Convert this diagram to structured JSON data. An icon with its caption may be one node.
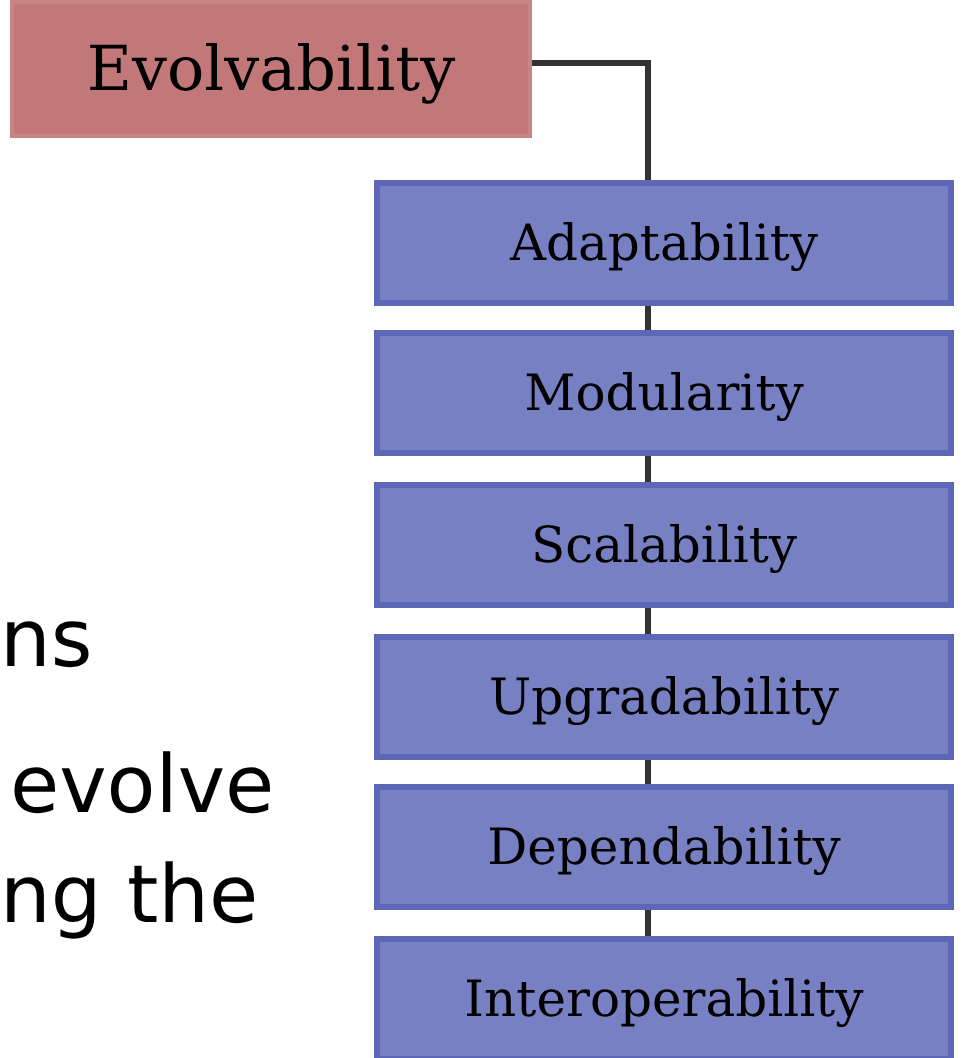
{
  "diagram": {
    "nodes": [
      {
        "text": [
          "Evolvability"
        ]
      },
      {
        "text": [
          "Adaptability"
        ]
      },
      {
        "text": [
          "Modularity"
        ]
      },
      {
        "text": [
          "Scalability"
        ]
      },
      {
        "text": [
          "Upgradability"
        ]
      },
      {
        "text": [
          "Dependability"
        ]
      },
      {
        "text": [
          "Interoperability"
        ]
      }
    ],
    "edges": [
      {
        "from": 0,
        "to": 1,
        "arrow": "none"
      },
      {
        "from": 1,
        "to": 2,
        "arrow": "none"
      },
      {
        "from": 2,
        "to": 3,
        "arrow": "none"
      },
      {
        "from": 3,
        "to": 4,
        "arrow": "none"
      },
      {
        "from": 4,
        "to": 5,
        "arrow": "none"
      },
      {
        "from": 5,
        "to": 6,
        "arrow": "none"
      }
    ],
    "labels": [
      "ns",
      "evolve",
      "ng the"
    ]
  }
}
